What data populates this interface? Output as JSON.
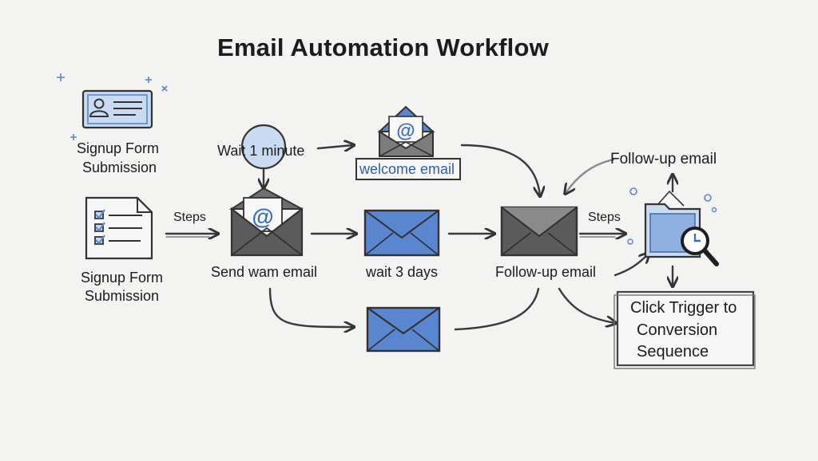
{
  "title": "Email Automation Workflow",
  "nodes": {
    "signup_top": {
      "line1": "Signup Form",
      "line2": "Submission"
    },
    "signup_bottom": {
      "line1": "Signup Form",
      "line2": "Submission"
    },
    "wait_minute": "Wait 1 minute",
    "welcome_email": "welcome email",
    "send_email": "Send wam email",
    "wait_days": "wait 3 days",
    "followup_center": "Follow-up email",
    "followup_right": "Follow-up email",
    "conversion": {
      "line1": "Click Trigger to",
      "line2": "Conversion",
      "line3": "Sequence"
    }
  },
  "edges": {
    "steps_left": "Steps",
    "steps_right": "Steps"
  },
  "colors": {
    "accent_blue": "#5a86cf",
    "light_blue": "#c9dbf2",
    "ink": "#2f2f2f",
    "dark_envelope": "#5b5b5b"
  },
  "icons": [
    "id-card-icon",
    "checklist-document-icon",
    "clock-circle-icon",
    "open-envelope-icon",
    "closed-envelope-icon",
    "folder-search-icon"
  ]
}
